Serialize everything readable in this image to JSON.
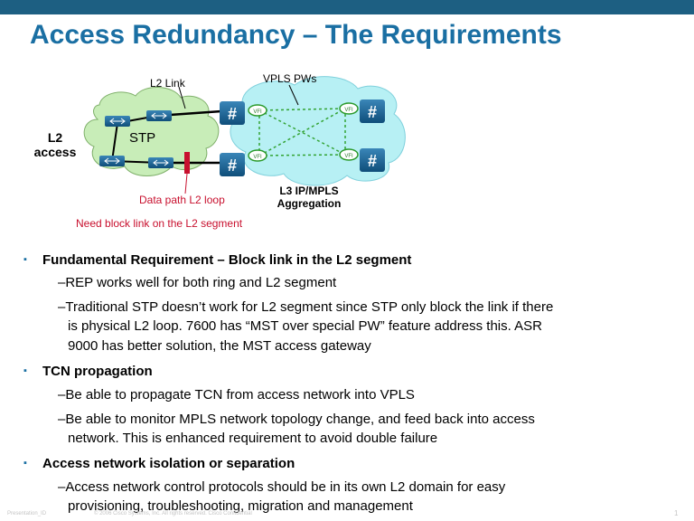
{
  "slide": {
    "title": "Access Redundancy – The Requirements",
    "diagram": {
      "l2_link": "L2 Link",
      "vpls_pws": "VPLS PWs",
      "l2": "L2",
      "access": "access",
      "stp": "STP",
      "vfi": "VFI",
      "data_path_loop": "Data path L2 loop",
      "need_block": "Need block link on the L2 segment",
      "l3_line1": "L3 IP/MPLS",
      "l3_line2": "Aggregation"
    },
    "sections": [
      {
        "heading": "Fundamental Requirement – Block link in the L2 segment",
        "items": [
          [
            "–REP works well for both ring and L2 segment"
          ],
          [
            "–Traditional STP doesn’t work for L2 segment since STP only block the link if there",
            "is physical L2 loop.  7600 has “MST over special PW” feature address this. ASR",
            "9000 has better solution, the MST access gateway"
          ]
        ]
      },
      {
        "heading": "TCN propagation",
        "items": [
          [
            "–Be able to propagate TCN from access network into VPLS"
          ],
          [
            "–Be able to monitor MPLS network topology change, and feed back into access",
            "network. This is enhanced requirement to avoid double failure"
          ]
        ]
      },
      {
        "heading": "Access network isolation or separation",
        "items": [
          [
            "–Access network control protocols should be in its own L2 domain for easy",
            "provisioning, troubleshooting, migration and management"
          ]
        ]
      }
    ],
    "footer": {
      "left": "Presentation_ID",
      "center": "© 2006 Cisco Systems, Inc. All rights reserved.     Cisco Confidential",
      "page": "1"
    }
  }
}
